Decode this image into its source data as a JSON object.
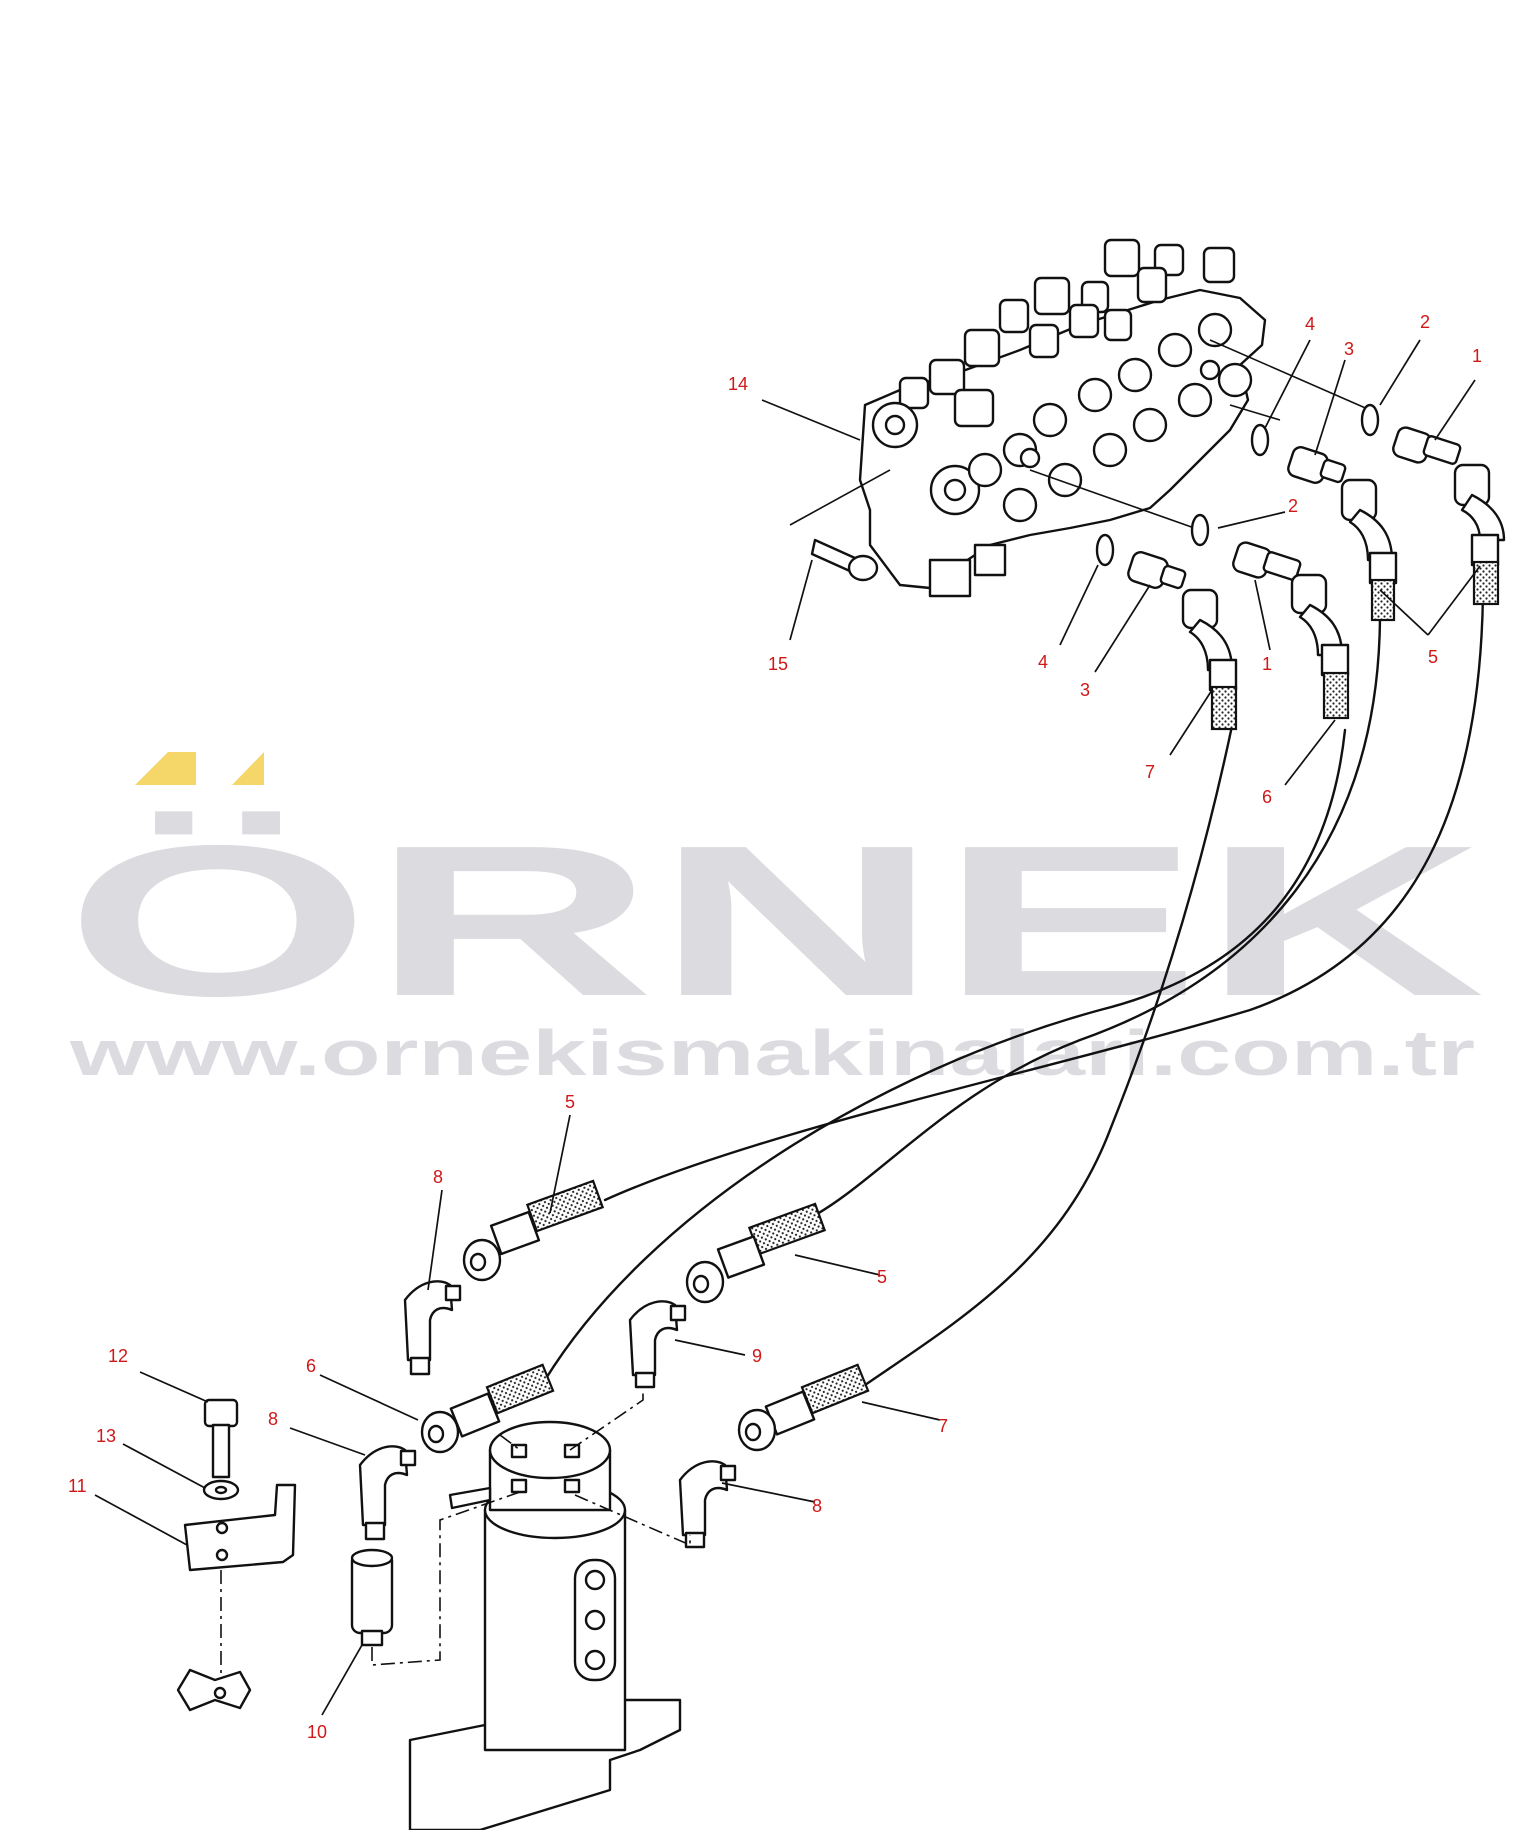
{
  "watermark": {
    "brand": "ÖRNEK",
    "url": "www.ornekismakinalari.com.tr",
    "accent_color": "#f5d769",
    "text_color": "#dcdbe0"
  },
  "callout_color": "#d01818",
  "callouts": [
    {
      "id": "c1a",
      "label": "1"
    },
    {
      "id": "c2a",
      "label": "2"
    },
    {
      "id": "c3a",
      "label": "3"
    },
    {
      "id": "c4a",
      "label": "4"
    },
    {
      "id": "c14",
      "label": "14"
    },
    {
      "id": "c2b",
      "label": "2"
    },
    {
      "id": "c15",
      "label": "15"
    },
    {
      "id": "c4b",
      "label": "4"
    },
    {
      "id": "c3b",
      "label": "3"
    },
    {
      "id": "c1b",
      "label": "1"
    },
    {
      "id": "c5a",
      "label": "5"
    },
    {
      "id": "c7a",
      "label": "7"
    },
    {
      "id": "c6a",
      "label": "6"
    },
    {
      "id": "c5b",
      "label": "5"
    },
    {
      "id": "c8a",
      "label": "8"
    },
    {
      "id": "c5c",
      "label": "5"
    },
    {
      "id": "c9",
      "label": "9"
    },
    {
      "id": "c12",
      "label": "12"
    },
    {
      "id": "c6b",
      "label": "6"
    },
    {
      "id": "c7b",
      "label": "7"
    },
    {
      "id": "c8b",
      "label": "8"
    },
    {
      "id": "c13",
      "label": "13"
    },
    {
      "id": "c11",
      "label": "11"
    },
    {
      "id": "c8c",
      "label": "8"
    },
    {
      "id": "c10",
      "label": "10"
    }
  ]
}
